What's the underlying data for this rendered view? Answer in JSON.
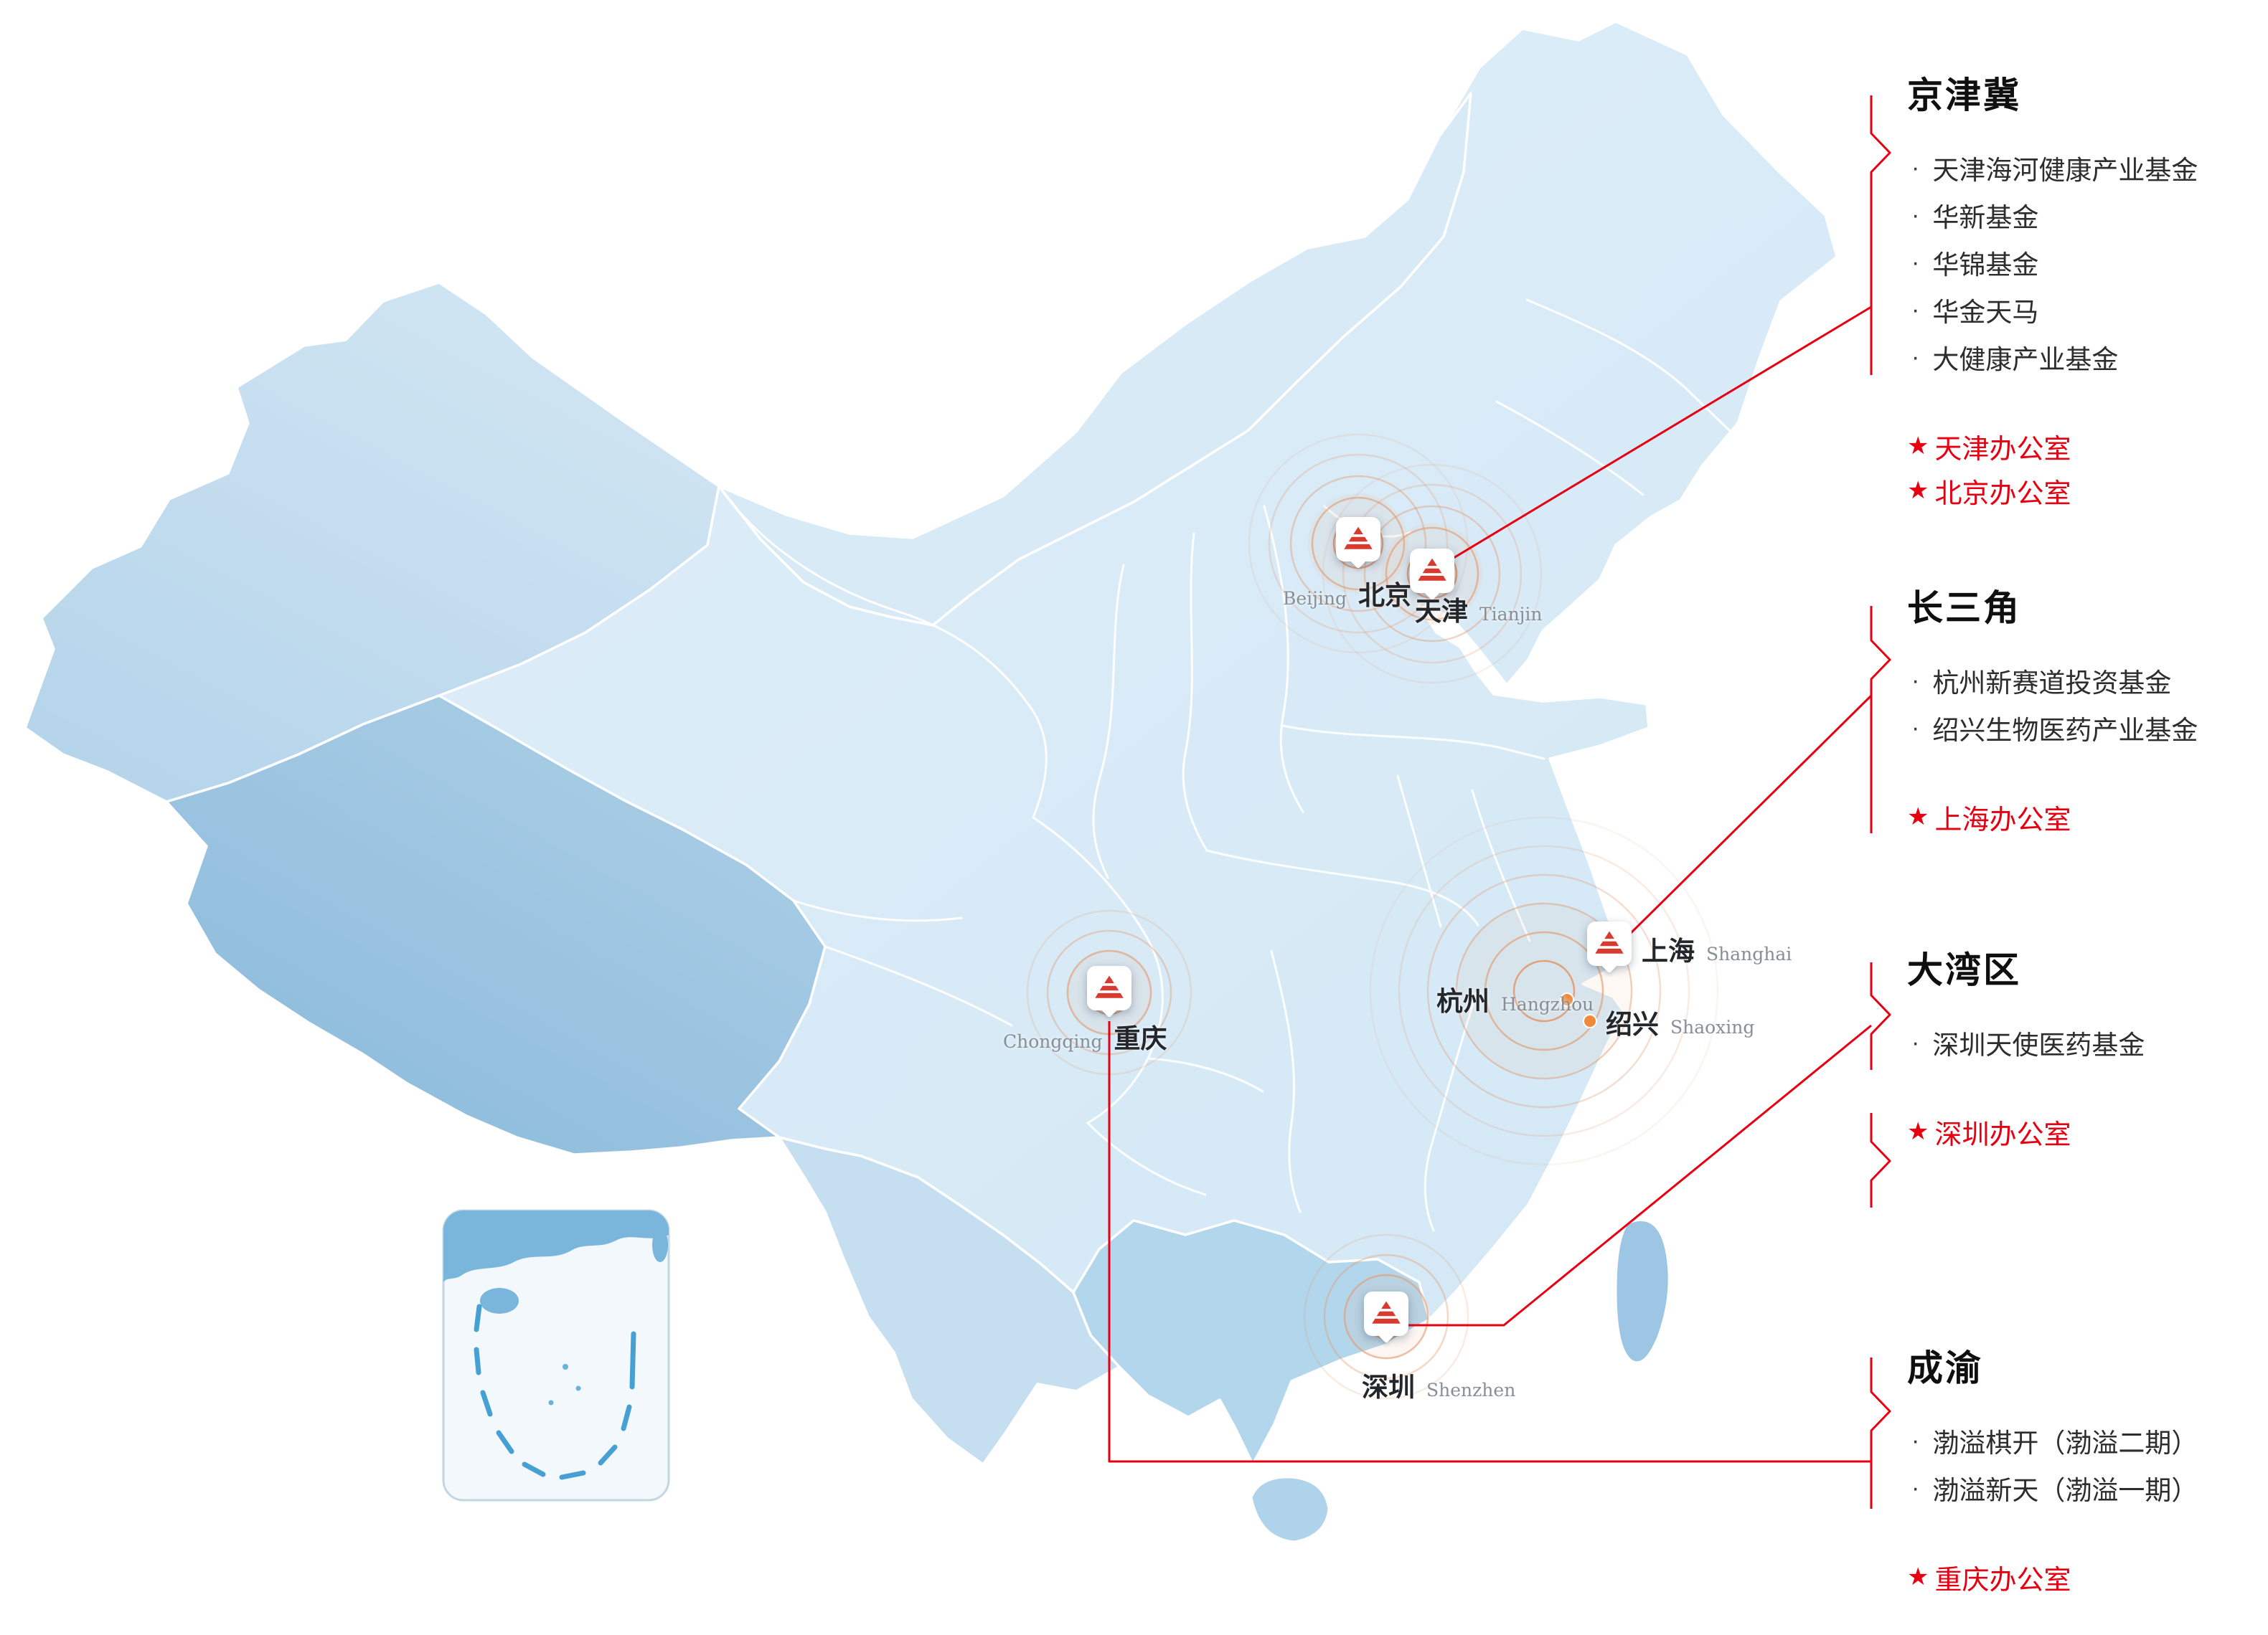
{
  "colors": {
    "accent_red": "#e60012",
    "logo_red": "#d93a2f",
    "ripple_orange": "#e2996f",
    "city_dot_orange": "#ef8a3a",
    "map_base_blue": "#d9ecf8",
    "map_dark_blue": "#8ebddc"
  },
  "panel": {
    "bullet_char": "·",
    "star_char": "★",
    "sections": [
      {
        "title": "京津冀",
        "items": [
          "天津海河健康产业基金",
          "华新基金",
          "华锦基金",
          "华金天马",
          "大健康产业基金"
        ],
        "offices": [
          "天津办公室",
          "北京办公室"
        ]
      },
      {
        "title": "长三角",
        "items": [
          "杭州新赛道投资基金",
          "绍兴生物医药产业基金"
        ],
        "offices": [
          "上海办公室"
        ]
      },
      {
        "title": "大湾区",
        "items": [
          "深圳天使医药基金"
        ],
        "offices": [
          "深圳办公室"
        ]
      },
      {
        "title": "成渝",
        "items": [
          "渤溢棋开（渤溢二期）",
          "渤溢新天（渤溢一期）"
        ],
        "offices": [
          "重庆办公室"
        ]
      }
    ]
  },
  "map": {
    "cities": {
      "beijing": {
        "zh": "北京",
        "en": "Beijing"
      },
      "tianjin": {
        "zh": "天津",
        "en": "Tianjin"
      },
      "shanghai": {
        "zh": "上海",
        "en": "Shanghai"
      },
      "hangzhou": {
        "zh": "杭州",
        "en": "Hangzhou"
      },
      "shaoxing": {
        "zh": "绍兴",
        "en": "Shaoxing"
      },
      "chongqing": {
        "zh": "重庆",
        "en": "Chongqing"
      },
      "shenzhen": {
        "zh": "深圳",
        "en": "Shenzhen"
      }
    }
  }
}
